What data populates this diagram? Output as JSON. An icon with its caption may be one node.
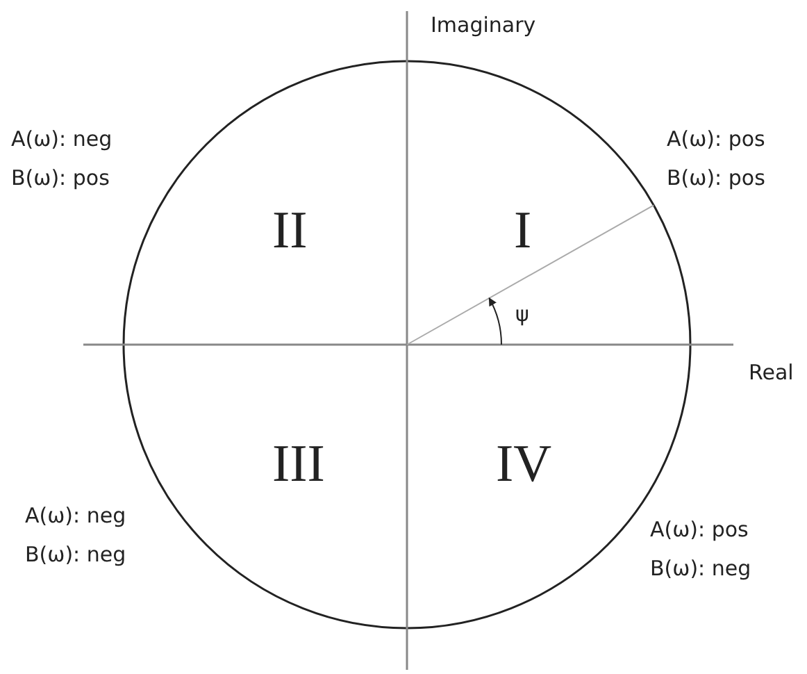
{
  "diagram": {
    "labels": [
      "Imaginary",
      "A(ω): neg",
      "B(ω): pos",
      "A(ω): pos",
      "B(ω): pos",
      "II",
      "I",
      "ψ",
      "Real",
      "III",
      "IV",
      "A(ω): neg",
      "B(ω): neg",
      "A(ω): pos",
      "B(ω): neg"
    ]
  }
}
